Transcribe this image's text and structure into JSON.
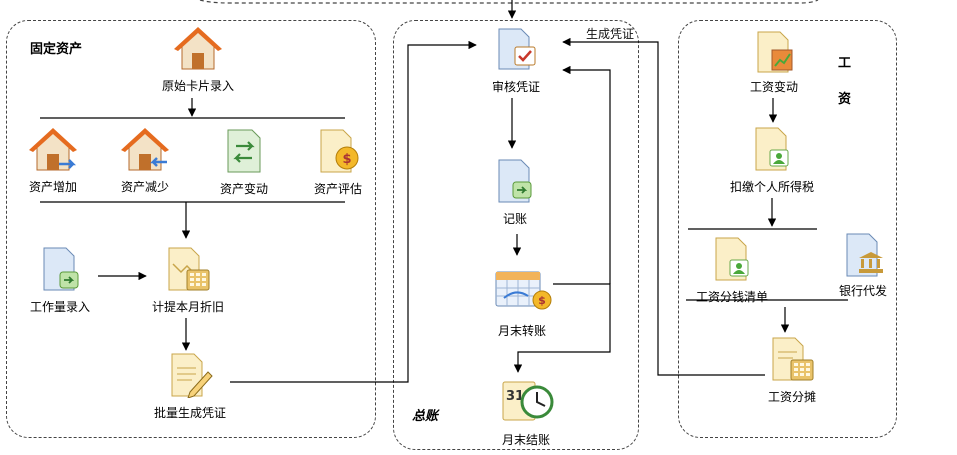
{
  "panels": {
    "fixed_assets": {
      "title": "固定资产"
    },
    "general_ledger": {
      "title": "总账"
    },
    "payroll": {
      "title_char1": "工",
      "title_char2": "资"
    }
  },
  "fixed_assets": {
    "original_card_entry": "原始卡片录入",
    "asset_increase": "资产增加",
    "asset_decrease": "资产减少",
    "asset_change": "资产变动",
    "asset_valuation": "资产评估",
    "workload_entry": "工作量录入",
    "accrue_depreciation": "计提本月折旧",
    "batch_generate_voucher": "批量生成凭证"
  },
  "general_ledger": {
    "audit_voucher": "审核凭证",
    "post": "记账",
    "month_end_transfer": "月末转账",
    "month_end_close": "月末结账"
  },
  "payroll": {
    "salary_change": "工资变动",
    "withhold_income_tax": "扣缴个人所得税",
    "salary_denomination_list": "工资分钱清单",
    "bank_payment": "银行代发",
    "salary_allocation": "工资分摊"
  },
  "connectors": {
    "generate_voucher": "生成凭证"
  },
  "calendar_icon_text": "31"
}
